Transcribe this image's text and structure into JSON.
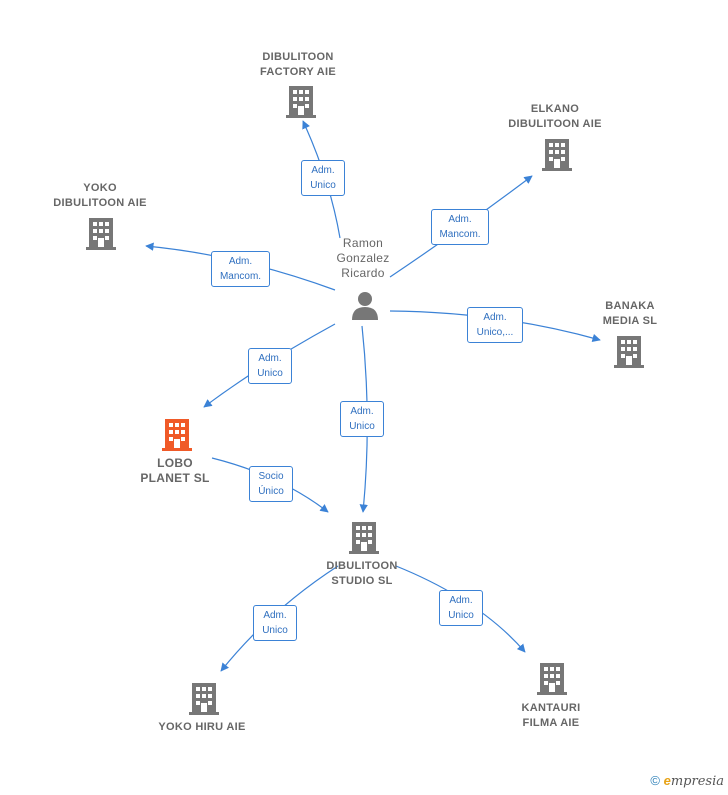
{
  "person": {
    "name": "Ramon\nGonzalez\nRicardo"
  },
  "companies": {
    "factory": "DIBULITOON\nFACTORY AIE",
    "elkano": "ELKANO\nDIBULITOON AIE",
    "yoko_dib": "YOKO\nDIBULITOON AIE",
    "banaka": "BANAKA\nMEDIA  SL",
    "lobo": "LOBO\nPLANET  SL",
    "studio": "DIBULITOON\nSTUDIO  SL",
    "yoko_hiru": "YOKO HIRU AIE",
    "kantauri": "KANTAURI\nFILMA AIE"
  },
  "edges": {
    "to_factory": "Adm.\nUnico",
    "to_elkano": "Adm.\nMancom.",
    "to_yoko_dib": "Adm.\nMancom.",
    "to_banaka": "Adm.\nUnico,...",
    "to_lobo": "Adm.\nUnico",
    "to_studio": "Adm.\nUnico",
    "lobo_to_studio": "Socio\nÚnico",
    "studio_to_yoko_hiru": "Adm.\nUnico",
    "studio_to_kantauri": "Adm.\nUnico"
  },
  "colors": {
    "edge": "#3b82d6",
    "building": "#777777",
    "highlight": "#f05a28"
  },
  "footer": {
    "copyright": "©",
    "brand_initial": "e",
    "brand_rest": "mpresia"
  }
}
